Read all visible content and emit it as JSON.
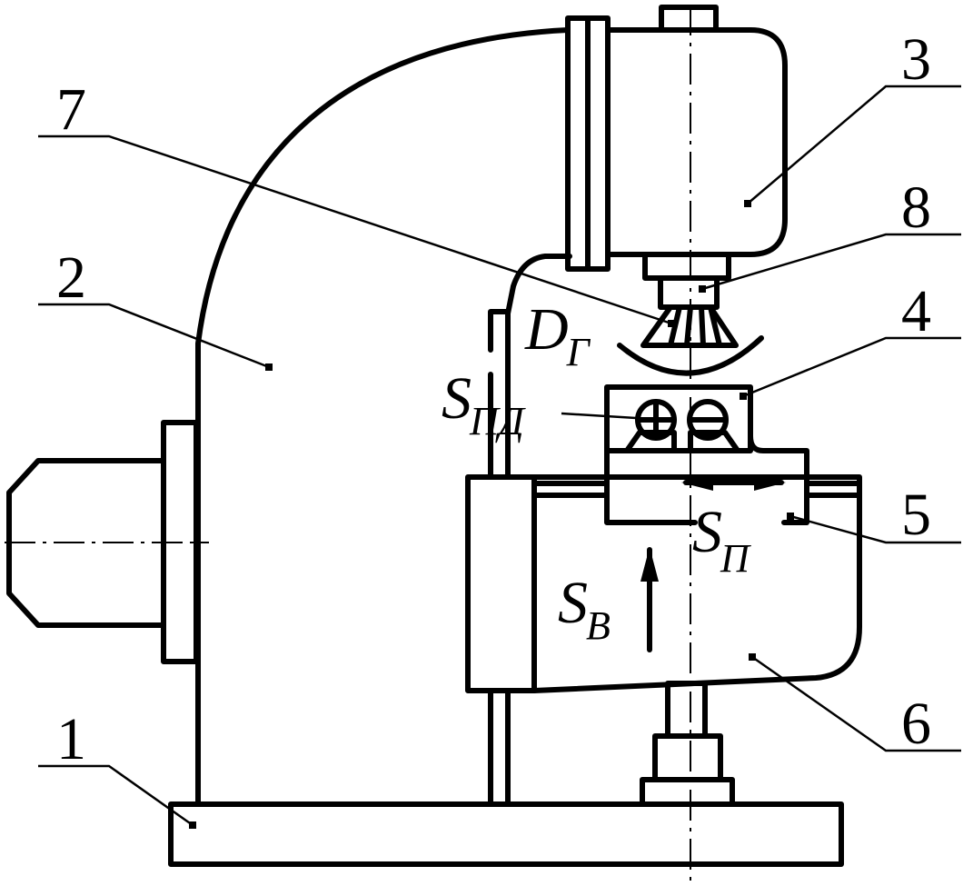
{
  "labels": {
    "l1": "1",
    "l2": "2",
    "l3": "3",
    "l4": "4",
    "l5": "5",
    "l6": "6",
    "l7": "7",
    "l8": "8"
  },
  "symbols": {
    "dg_main": "D",
    "dg_sub": "Г",
    "spd_main": "S",
    "spd_sub": "ПД",
    "sp_main": "S",
    "sp_sub": "П",
    "sb_main": "S",
    "sb_sub": "В"
  },
  "colors": {
    "ink": "#000000",
    "paper": "#ffffff"
  }
}
